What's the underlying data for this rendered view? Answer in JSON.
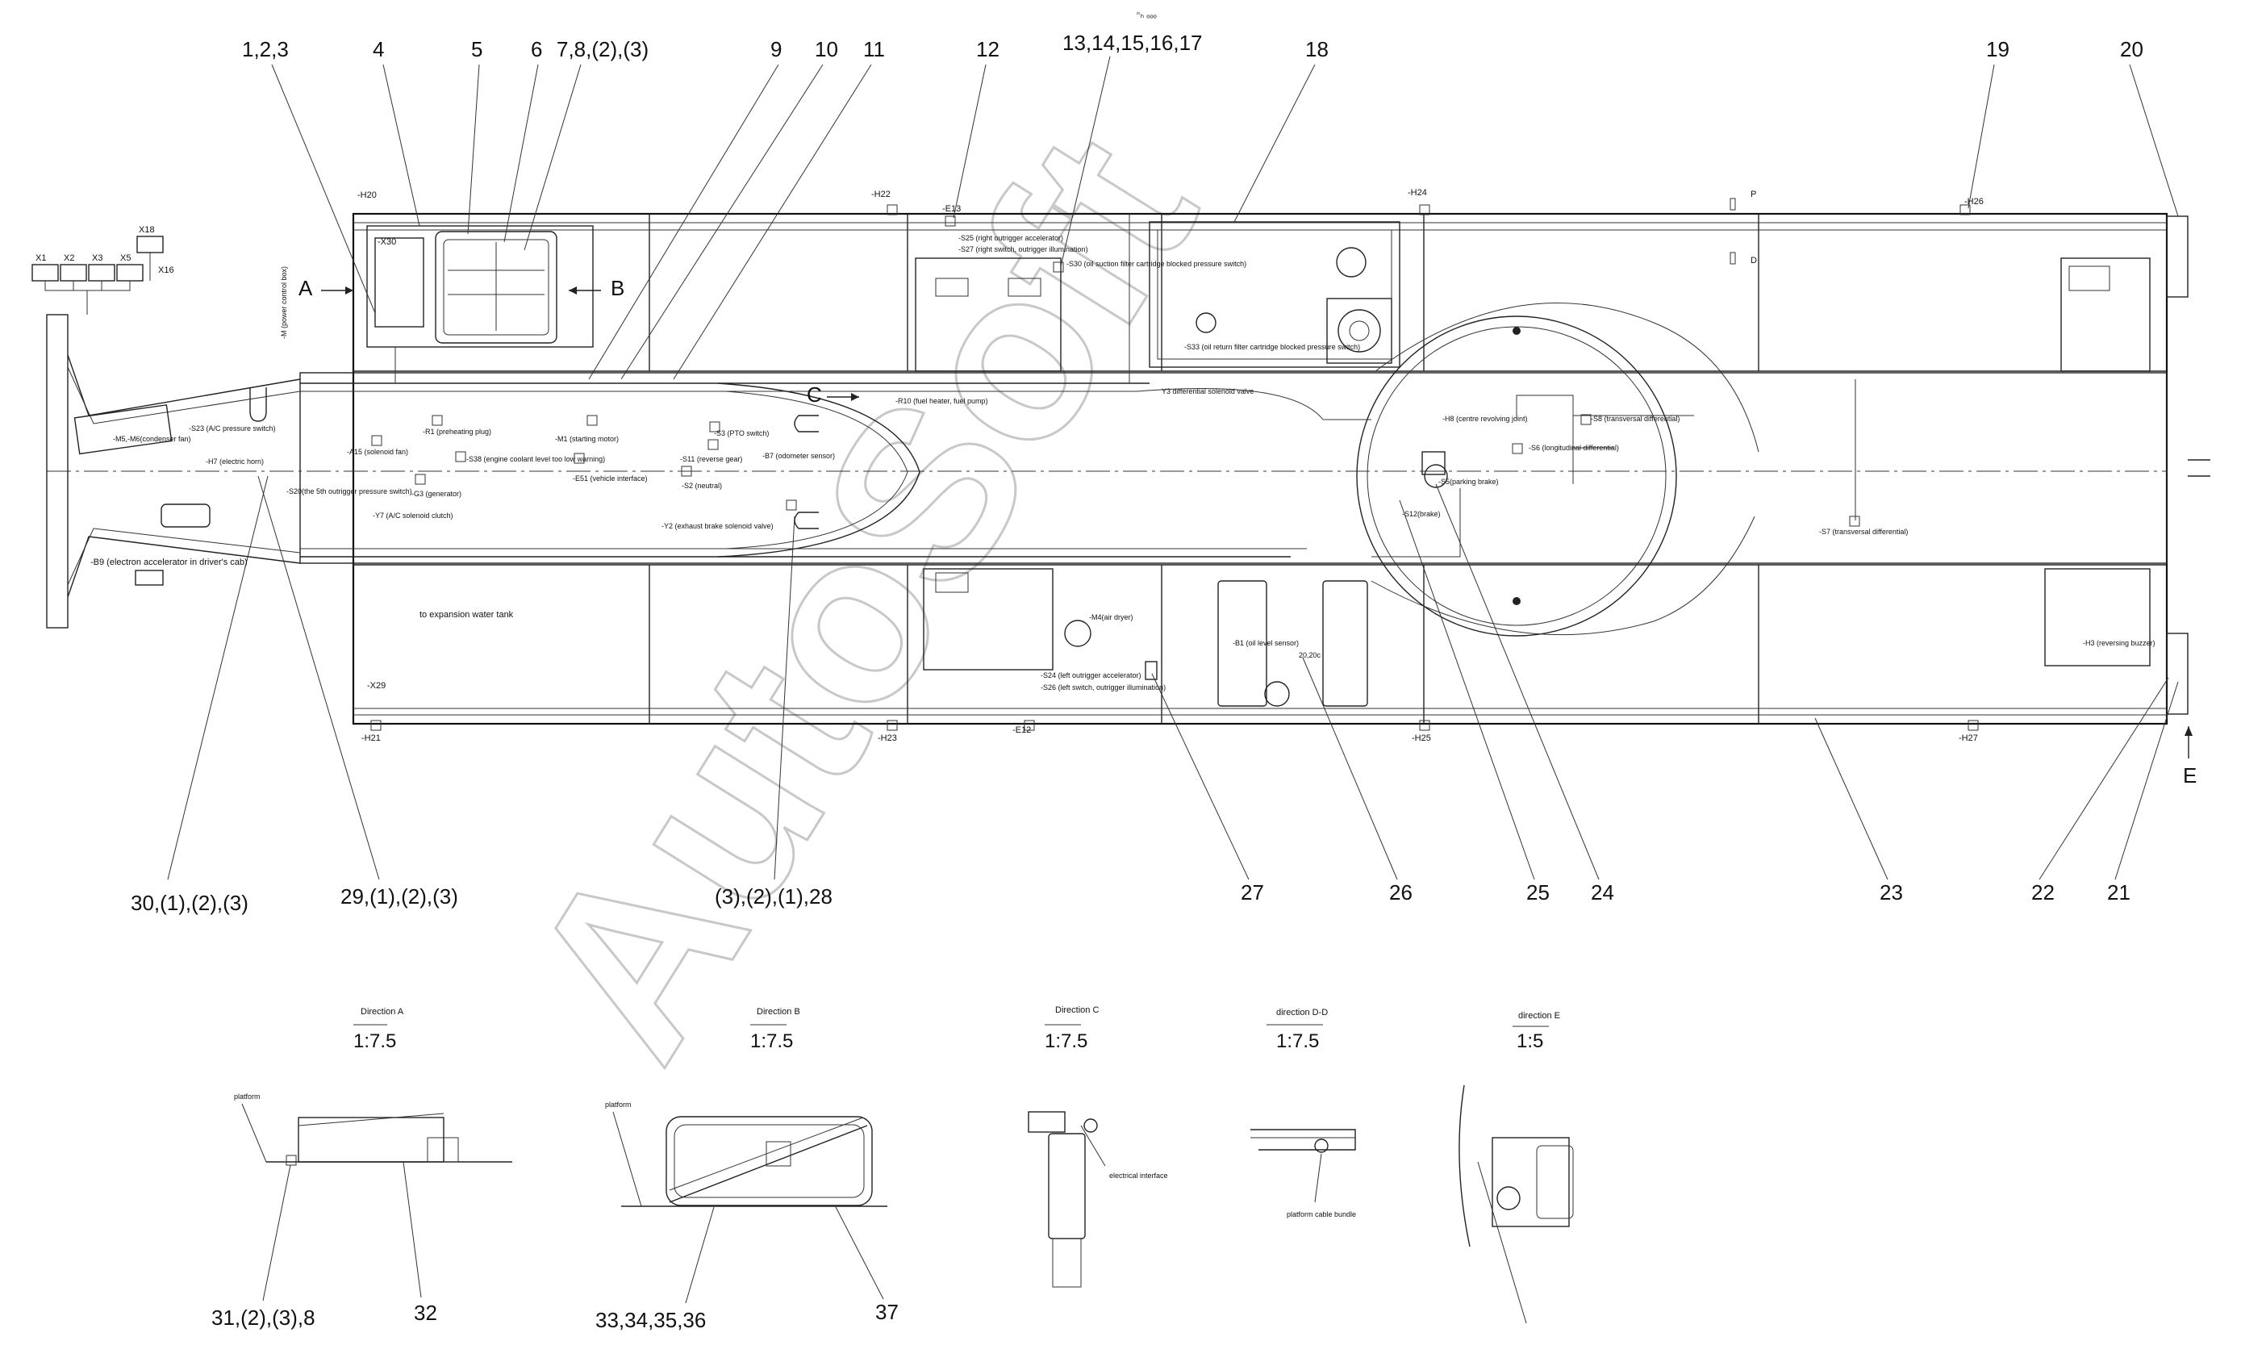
{
  "top_mark": "⁼ₕ ₒₒₒ",
  "callouts_top": [
    "1,2,3",
    "4",
    "5",
    "6",
    "7,8,(2),(3)",
    "9",
    "10",
    "11",
    "12",
    "13,14,15,16,17",
    "18",
    "19",
    "20"
  ],
  "callouts_bottom": [
    "30,(1),(2),(3)",
    "29,(1),(2),(3)",
    "(3),(2),(1),28",
    "27",
    "26",
    "25",
    "24",
    "23",
    "22",
    "21"
  ],
  "callouts_views": [
    "31,(2),(3),8",
    "32",
    "33,34,35,36",
    "37"
  ],
  "connectors": [
    "X18",
    "X1",
    "X2",
    "X3",
    "X5",
    "X16"
  ],
  "tags": {
    "h20": "-H20",
    "x30": "-X30",
    "h22": "-H22",
    "e13": "-E13",
    "h24": "-H24",
    "h26": "-H26",
    "x29": "-X29",
    "h21": "-H21",
    "h23": "-H23",
    "e12": "-E12",
    "h25": "-H25",
    "h27": "-H27",
    "p": "P",
    "d": "D"
  },
  "arrows": {
    "a": "A",
    "b": "B",
    "c": "C",
    "e": "E"
  },
  "component_labels": {
    "s23": "-S23 (A/C pressure switch)",
    "m5": "-M5,-M6(condenser fan)",
    "h7": "-H7 (electric horn)",
    "s20": "-S20(the 5th outrigger pressure switch)",
    "b9": "-B9 (electron accelerator in driver's cab)",
    "m": "-M (power control box)",
    "a15": "-A15 (solenoid fan)",
    "r1": "-R1 (preheating plug)",
    "s38": "-S38 (engine coolant level too low warning)",
    "m1": "-M1 (starting motor)",
    "e51": "-E51 (vehicle interface)",
    "g3": "-G3 (generator)",
    "y7": "-Y7 (A/C solenoid clutch)",
    "s3": "-S3 (PTO switch)",
    "s11": "-S11 (reverse gear)",
    "s2": "-S2 (neutral)",
    "b7": "-B7 (odometer sensor)",
    "y2": "-Y2 (exhaust brake solenoid valve)",
    "r10": "-R10 (fuel heater, fuel pump)",
    "s25": "-S25 (right outrigger accelerator)",
    "s27": "-S27 (right switch, outrigger illumination)",
    "s30": "-S30 (oil suction filter cartridge blocked pressure switch)",
    "s33": "-S33 (oil return filter cartridge blocked pressure switch)",
    "y3": "Y3 differential solenoid valve",
    "h8": "-H8 (centre revolving joint)",
    "s8": "-S8 (transversal differential)",
    "s6": "-S6 (longitudinal differential)",
    "s5": "-S5(parking brake)",
    "s12": "-S12(brake)",
    "s7": "-S7 (transversal differential)",
    "m4": "-M4(air dryer)",
    "b1": "-B1 (oil level sensor)",
    "s24": "-S24 (left outrigger accelerator)",
    "s26": "-S26 (left switch, outrigger illumination)",
    "h3": "-H3 (reversing buzzer)",
    "water": "to expansion water tank",
    "num2": "20,20c",
    "platform1": "platform",
    "platform2": "platform",
    "elec": "electrical interface",
    "cable": "platform cable bundle"
  },
  "views": [
    {
      "title": "Direction A",
      "scale": "1:7.5"
    },
    {
      "title": "Direction B",
      "scale": "1:7.5"
    },
    {
      "title": "Direction C",
      "scale": "1:7.5"
    },
    {
      "title": "direction D-D",
      "scale": "1:7.5"
    },
    {
      "title": "direction E",
      "scale": "1:5"
    }
  ],
  "watermark": "AutoSoft"
}
